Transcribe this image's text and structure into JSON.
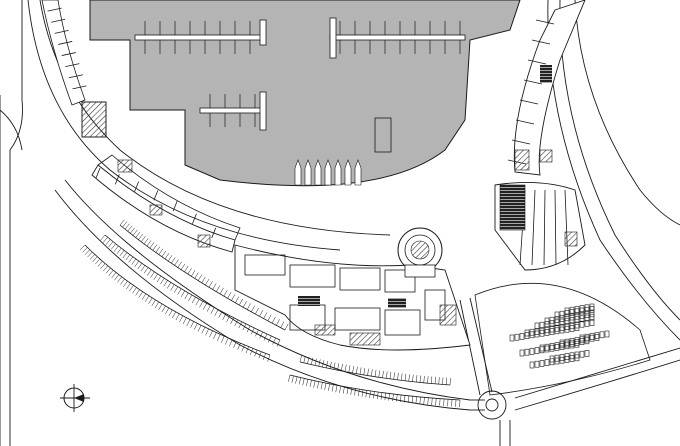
{
  "plan": {
    "background": "#ffffff",
    "line_color": "#1a1a1a",
    "water_color": "#b4b4b4",
    "pier_color": "#ffffff",
    "hatch_color": "#3a3a3a",
    "north_arrow_icon": "north-arrow-icon",
    "regions": [
      "marina-basin",
      "curved-promenade",
      "building-strip",
      "circular-tower",
      "east-wing",
      "parking-rows",
      "east-parking-lot",
      "roundabout",
      "roads"
    ]
  }
}
